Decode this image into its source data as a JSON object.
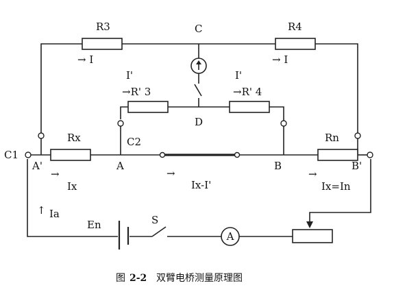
{
  "labels": {
    "r3": "R3",
    "r4": "R4",
    "c": "C",
    "i_r3": "→ I",
    "i_r4": "→ I",
    "i_prime_left": "I'",
    "r3_prime": "→R' 3",
    "i_prime_right": "I'",
    "r4_prime": "→R' 4",
    "d": "D",
    "rx": "Rx",
    "rn": "Rn",
    "c1": "C1",
    "c2": "C2",
    "a_prime": "A'",
    "a": "A",
    "b": "B",
    "b_prime": "B'",
    "ix_arrow": "→",
    "ix": "Ix",
    "ixi_arrow": "→",
    "ix_minus_iprime": "Ix-I'",
    "ixn_arrow": "→",
    "ix_eq_in": "Ix=In",
    "ia_arrow": "↑",
    "ia": "Ia",
    "en": "En",
    "s": "S",
    "ammeter": "A"
  },
  "caption": {
    "prefix": "图",
    "number": "2-2",
    "text": "双臂电桥测量原理图"
  }
}
